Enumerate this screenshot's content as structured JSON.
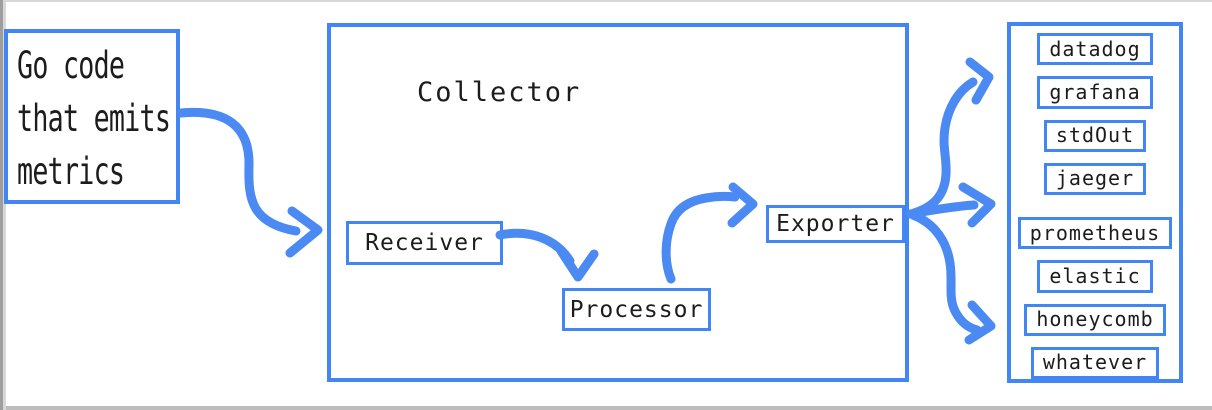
{
  "colors": {
    "box_border": "#4285F4",
    "arrow": "#4A8AF2",
    "text": "#1C1C1C"
  },
  "source_box": {
    "line1": "Go code",
    "line2": "that emits",
    "line3": "metrics"
  },
  "collector": {
    "title": "Collector",
    "receiver_label": "Receiver",
    "processor_label": "Processor",
    "exporter_label": "Exporter"
  },
  "destinations": {
    "items": [
      "datadog",
      "grafana",
      "stdOut",
      "jaeger",
      "prometheus",
      "elastic",
      "honeycomb",
      "whatever"
    ]
  }
}
